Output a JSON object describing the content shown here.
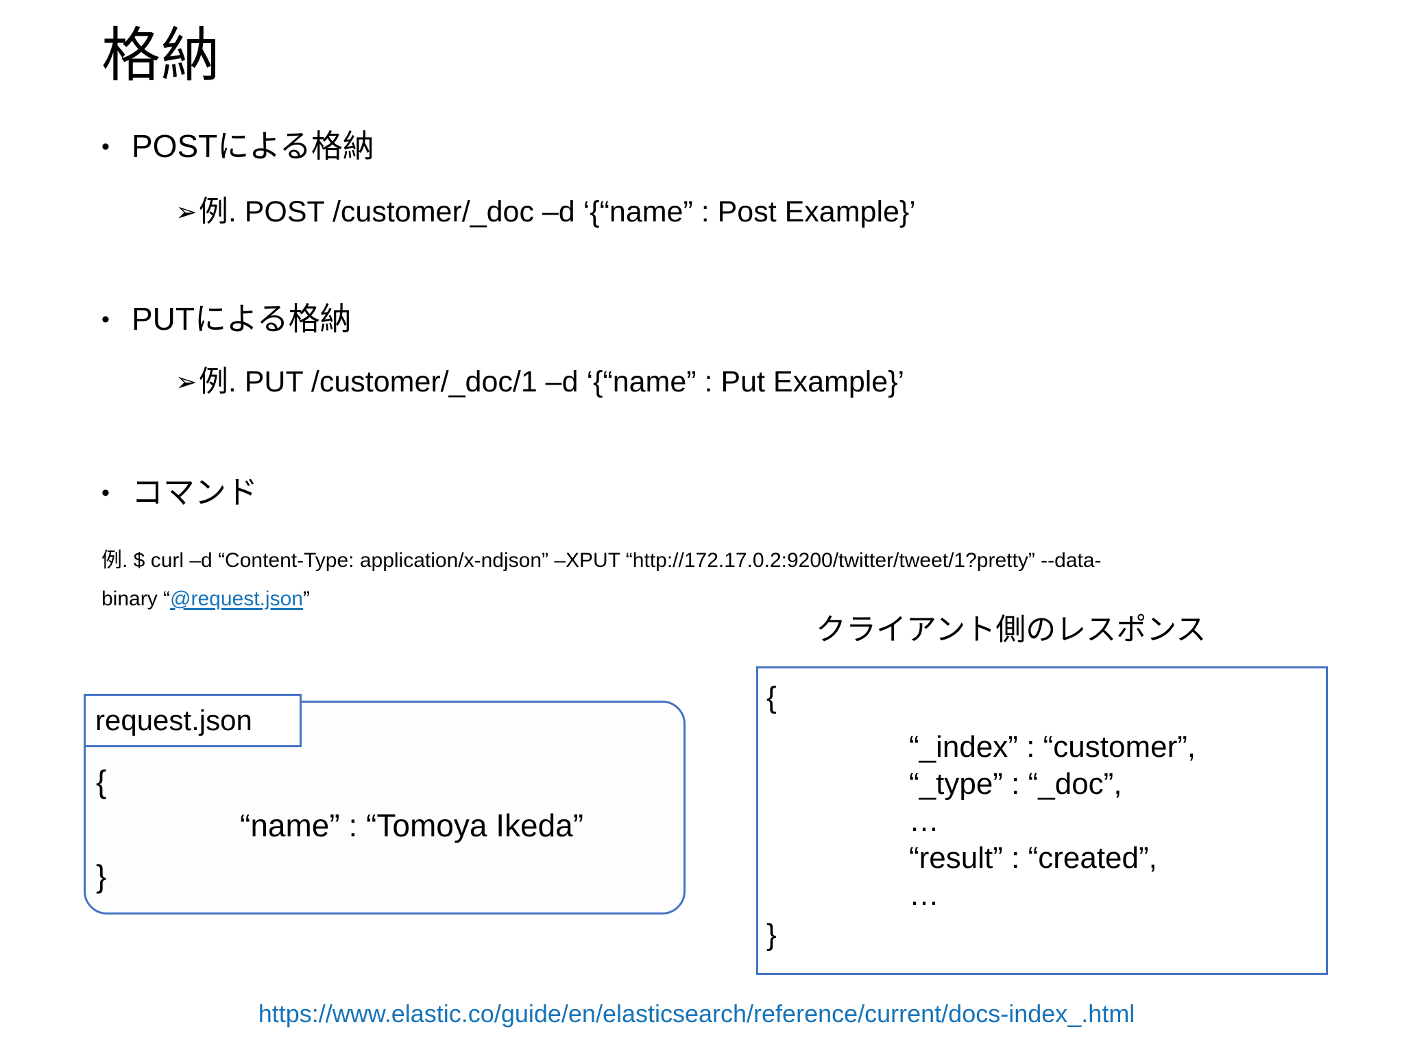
{
  "slide": {
    "title": "格納",
    "background_color": "#FFFFFF",
    "accent_color": "#4472C4",
    "link_color": "#1673B8"
  },
  "bullets": {
    "post_heading": "POSTによる格納",
    "post_example": "例. POST /customer/_doc –d ‘{“name” : Post Example}’",
    "put_heading": "PUTによる格納",
    "put_example": "例. PUT /customer/_doc/1 –d ‘{“name” : Put Example}’",
    "command_heading": "コマンド",
    "bullet_glyph": "•",
    "arrow_glyph": "➢"
  },
  "command": {
    "line1": "例. $ curl –d “Content-Type: application/x-ndjson” –XPUT “http://172.17.0.2:9200/twitter/tweet/1?pretty” --data-",
    "line2_prefix": "binary “",
    "line2_link": "@request.json",
    "line2_suffix": "”"
  },
  "request_box": {
    "tab_label": "request.json",
    "lines": [
      "{",
      "“name” : “Tomoya Ikeda”",
      "}"
    ]
  },
  "response": {
    "heading": "クライアント側のレスポンス",
    "lines": [
      "{",
      "“_index” : “customer”,",
      "“_type” : “_doc”,",
      "…",
      "“result” : “created”,",
      "…",
      "}"
    ]
  },
  "footer": {
    "url": "https://www.elastic.co/guide/en/elasticsearch/reference/current/docs-index_.html"
  }
}
